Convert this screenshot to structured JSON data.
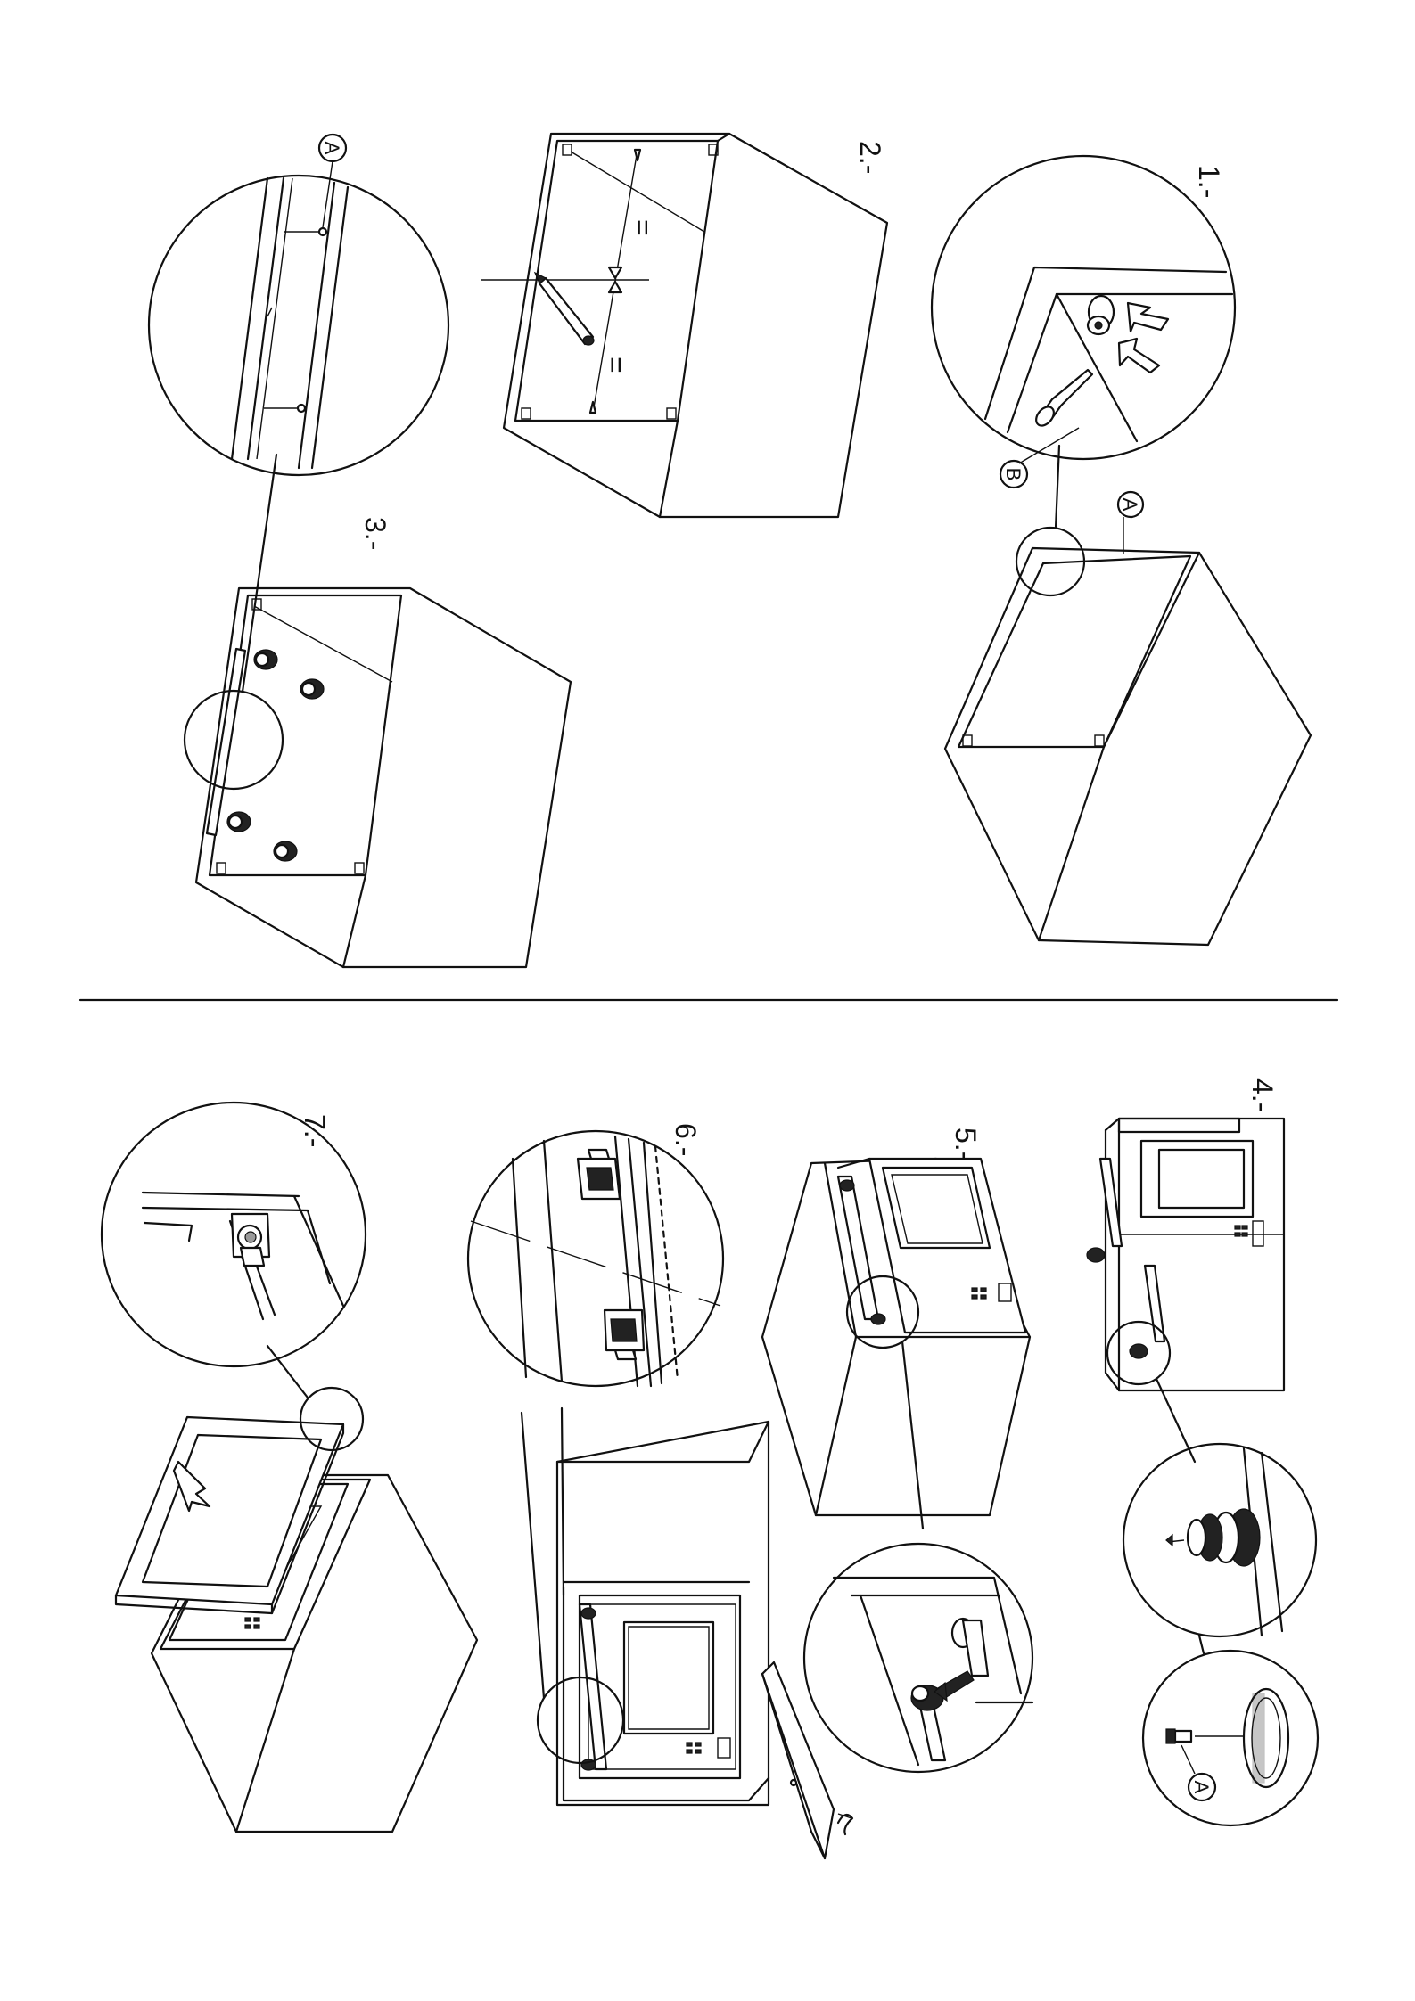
{
  "steps": [
    {
      "id": "1",
      "label": "1.-"
    },
    {
      "id": "2",
      "label": "2.-"
    },
    {
      "id": "3",
      "label": "3.-"
    },
    {
      "id": "4",
      "label": "4.-"
    },
    {
      "id": "5",
      "label": "5.-"
    },
    {
      "id": "6",
      "label": "6.-"
    },
    {
      "id": "7",
      "label": "7.-"
    }
  ],
  "callouts": {
    "a": "A",
    "b": "B"
  },
  "marks": {
    "equal": "="
  }
}
